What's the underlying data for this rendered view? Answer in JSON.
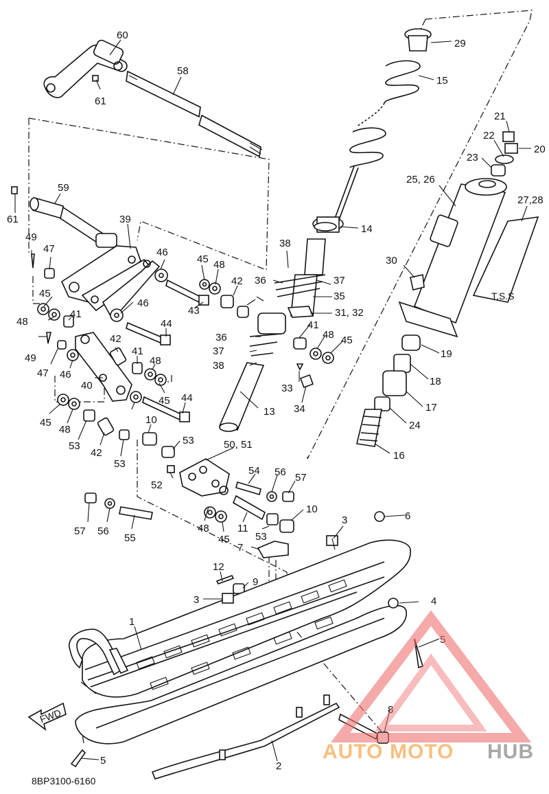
{
  "drawing_code": "8BP3100-6160",
  "fwd_label": "FWD",
  "tss_label": "T.S.S",
  "watermark": {
    "part1": "AUTO",
    "part2": "MOTO",
    "part3": "HUB",
    "color_a": "#f6b56a",
    "color_b": "#9a9a9a",
    "triangle_color": "#f07070"
  },
  "callouts": [
    "60",
    "61",
    "58",
    "61",
    "59",
    "39",
    "49",
    "47",
    "45",
    "48",
    "41",
    "46",
    "45",
    "48",
    "42",
    "36",
    "37",
    "38",
    "35",
    "31, 32",
    "29",
    "15",
    "21",
    "20",
    "22",
    "23",
    "25, 26",
    "27,28",
    "14",
    "30",
    "46",
    "44",
    "43",
    "49",
    "47",
    "46",
    "40",
    "42",
    "41",
    "48",
    "45",
    "44",
    "36",
    "37",
    "38",
    "41",
    "48",
    "45",
    "33",
    "34",
    "13",
    "19",
    "18",
    "17",
    "24",
    "16",
    "45",
    "48",
    "53",
    "42",
    "53",
    "10",
    "53",
    "50, 51",
    "52",
    "54",
    "56",
    "57",
    "10",
    "57",
    "56",
    "55",
    "48",
    "45",
    "11",
    "53",
    "7",
    "3",
    "6",
    "12",
    "9",
    "3",
    "4",
    "1",
    "5",
    "8",
    "5",
    "2"
  ]
}
